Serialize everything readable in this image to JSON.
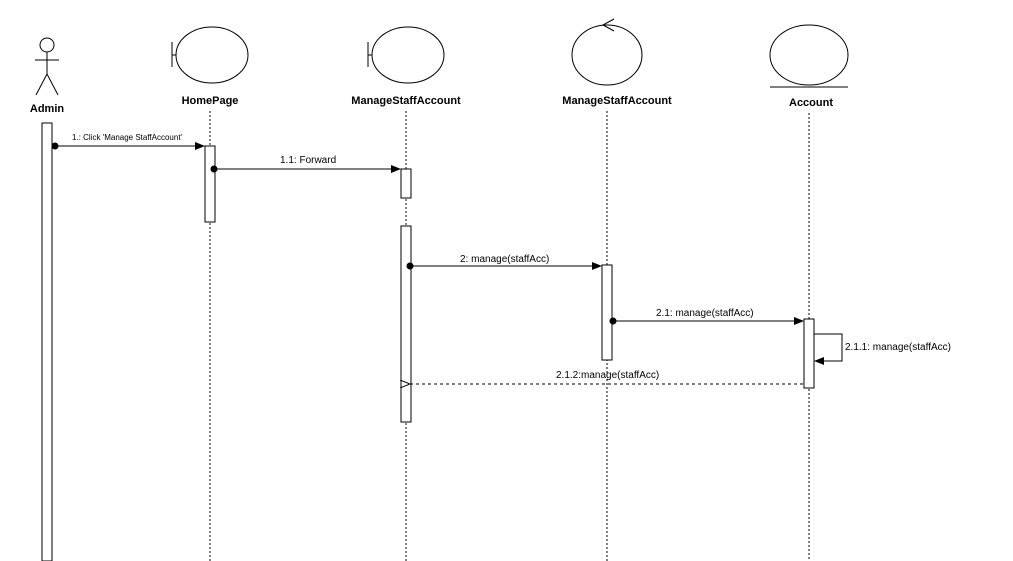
{
  "participants": [
    {
      "id": "admin",
      "kind": "actor",
      "label": "Admin"
    },
    {
      "id": "homepage",
      "kind": "boundary",
      "label": "HomePage"
    },
    {
      "id": "msa_boundary",
      "kind": "boundary",
      "label": "ManageStaffAccount"
    },
    {
      "id": "msa_control",
      "kind": "control",
      "label": "ManageStaffAccount"
    },
    {
      "id": "account",
      "kind": "entity",
      "label": "Account"
    }
  ],
  "messages": [
    {
      "id": "m1",
      "from": "admin",
      "to": "homepage",
      "label": "1.: Click 'Manage StaffAccount'",
      "style": "sync"
    },
    {
      "id": "m1_1",
      "from": "homepage",
      "to": "msa_boundary",
      "label": "1.1: Forward",
      "style": "sync"
    },
    {
      "id": "m2",
      "from": "msa_boundary",
      "to": "msa_control",
      "label": "2: manage(staffAcc)",
      "style": "sync"
    },
    {
      "id": "m2_1",
      "from": "msa_control",
      "to": "account",
      "label": "2.1: manage(staffAcc)",
      "style": "sync"
    },
    {
      "id": "m2_1_1",
      "from": "account",
      "to": "account",
      "label": "2.1.1: manage(staffAcc)",
      "style": "self"
    },
    {
      "id": "m2_1_2",
      "from": "account",
      "to": "msa_boundary",
      "label": "2.1.2:manage(staffAcc)",
      "style": "return"
    }
  ]
}
